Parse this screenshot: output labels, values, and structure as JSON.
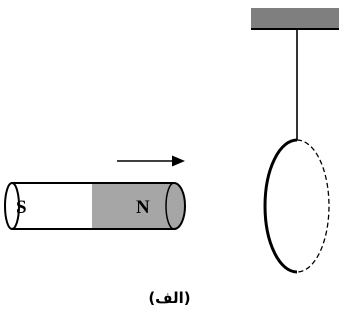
{
  "figure": {
    "magnet": {
      "south_label": "S",
      "north_label": "N",
      "north_fill": "#a6a6a6",
      "south_fill": "#ffffff"
    },
    "motion_arrow": "right-pointing-arrow",
    "support": "ceiling-bar",
    "support_fill": "#7f7f7f",
    "ring": "suspended-wire-loop",
    "caption": "(الف)"
  }
}
